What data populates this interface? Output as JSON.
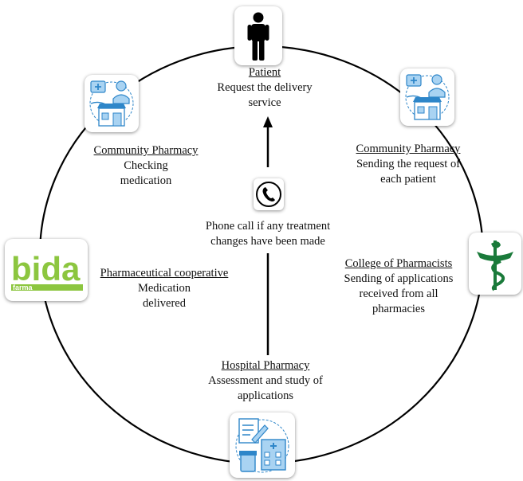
{
  "nodes": {
    "patient": {
      "title": "Patient",
      "desc": "Request the delivery service"
    },
    "community_left": {
      "title": "Community Pharmacy",
      "desc": "Checking medication"
    },
    "community_right": {
      "title": "Community Pharmacy",
      "desc": "Sending the request of each patient"
    },
    "cooperative": {
      "title": "Pharmaceutical cooperative",
      "desc": "Medication delivered"
    },
    "college": {
      "title": "College of Pharmacists",
      "desc": "Sending of applications received from all pharmacies"
    },
    "hospital": {
      "title": "Hospital Pharmacy",
      "desc": "Assessment and study of applications"
    }
  },
  "center": {
    "text": "Phone call if any treatment changes have been made"
  },
  "logo": {
    "brand": "bida",
    "sub": "farma"
  },
  "colors": {
    "line": "#000000",
    "icon_blue": "#2e86c9",
    "icon_light": "#a9d3f2",
    "bida_green": "#8cc63f",
    "bida_blue": "#29a9e1",
    "caduceus_green": "#1a7a3a"
  }
}
